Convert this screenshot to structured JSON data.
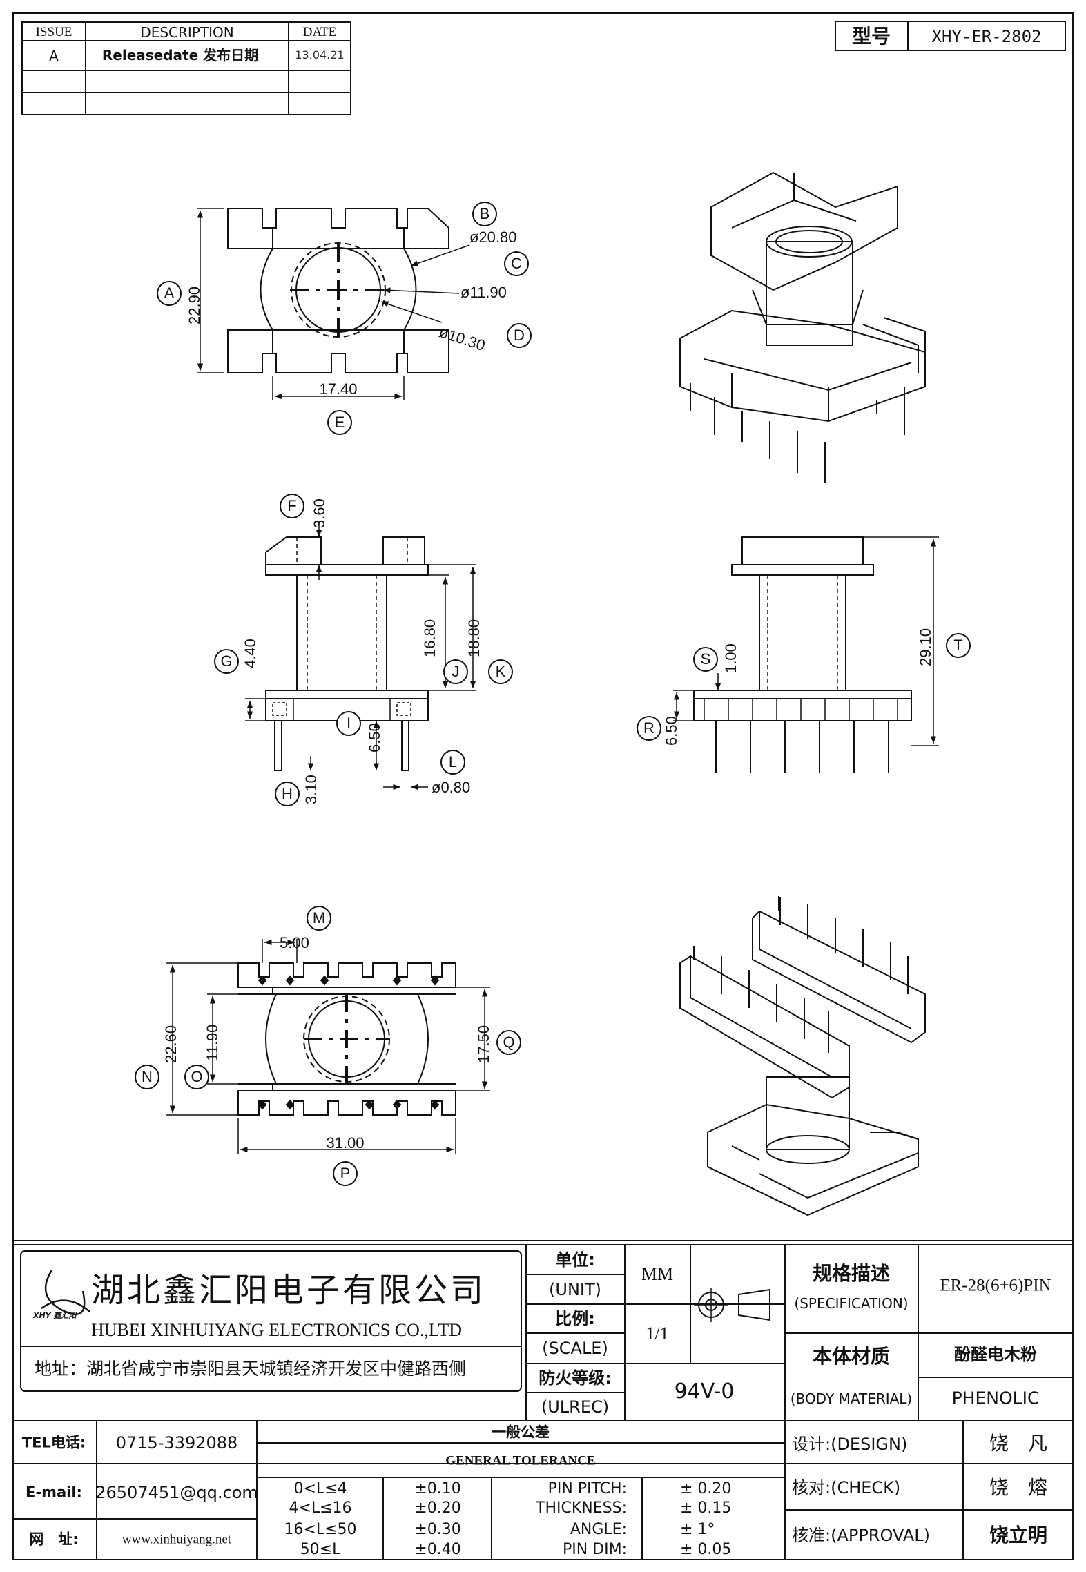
{
  "revision_table": {
    "headers": {
      "issue": "ISSUE",
      "description": "DESCRIPTION",
      "date": "DATE"
    },
    "rows": [
      {
        "issue": "A",
        "description": "Releasedate 发布日期",
        "date": "13.04.21"
      }
    ]
  },
  "model": {
    "label": "型号",
    "value": "XHY-ER-2802"
  },
  "callouts": {
    "A": "A",
    "B": "B",
    "C": "C",
    "D": "D",
    "E": "E",
    "F": "F",
    "G": "G",
    "H": "H",
    "I": "I",
    "J": "J",
    "K": "K",
    "L": "L",
    "M": "M",
    "N": "N",
    "O": "O",
    "P": "P",
    "Q": "Q",
    "R": "R",
    "S": "S",
    "T": "T"
  },
  "dimensions": {
    "a": "22.90",
    "b": "ø20.80",
    "c": "ø11.90",
    "d": "ø10.30",
    "e": "17.40",
    "f": "3.60",
    "g": "4.40",
    "h": "3.10",
    "i": "6.50",
    "j": "16.80",
    "k": "18.80",
    "l": "ø0.80",
    "m": "5.00",
    "n": "22.60",
    "o": "11.90",
    "p": "31.00",
    "q": "17.50",
    "r": "6.50",
    "s": "1.00",
    "t": "29.10"
  },
  "company": {
    "name_cn": "湖北鑫汇阳电子有限公司",
    "name_en": "HUBEI XINHUIYANG ELECTRONICS CO.,LTD",
    "address": "地址：湖北省咸宁市崇阳县天城镇经济开发区中健路西侧",
    "logo_text": "XHY 鑫汇阳"
  },
  "title_block": {
    "unit_cn": "单位:",
    "unit_en": "(UNIT)",
    "unit_value": "MM",
    "scale_cn": "比例:",
    "scale_en": "(SCALE)",
    "scale_value": "1/1",
    "ulrec_cn": "防火等级:",
    "ulrec_en": "(ULREC)",
    "ulrec_value": "94V-0",
    "spec_cn": "规格描述",
    "spec_en": "(SPECIFICATION)",
    "spec_value": "ER-28(6+6)PIN",
    "material_cn": "本体材质",
    "material_en": "(BODY MATERIAL)",
    "material_value_cn": "酚醛电木粉",
    "material_value_en": "PHENOLIC"
  },
  "contact": {
    "tel_label": "TEL电话:",
    "tel": "0715-3392088",
    "email_label": "E-mail:",
    "email": "26507451@qq.com",
    "web_label": "网　址:",
    "web": "www.xinhuiyang.net"
  },
  "tolerance": {
    "title_cn": "一般公差",
    "title_en": "GENERAL TOLERANCE",
    "rows": [
      {
        "range": "0<L≤4",
        "tol": "±0.10",
        "item": "PIN PITCH:",
        "value": "±  0.20"
      },
      {
        "range": "4<L≤16",
        "tol": "±0.20",
        "item": "THICKNESS:",
        "value": "±  0.15"
      },
      {
        "range": "16<L≤50",
        "tol": "±0.30",
        "item": "ANGLE:",
        "value": "±  1°"
      },
      {
        "range": "50≤L",
        "tol": "±0.40",
        "item": "PIN DIM:",
        "value": "±  0.05"
      }
    ]
  },
  "approvals": {
    "design_label": "设计:(DESIGN)",
    "design_name": "饶　凡",
    "check_label": "核对:(CHECK)",
    "check_name": "饶　熔",
    "approval_label": "核准:(APPROVAL)",
    "approval_name": "饶立明"
  }
}
